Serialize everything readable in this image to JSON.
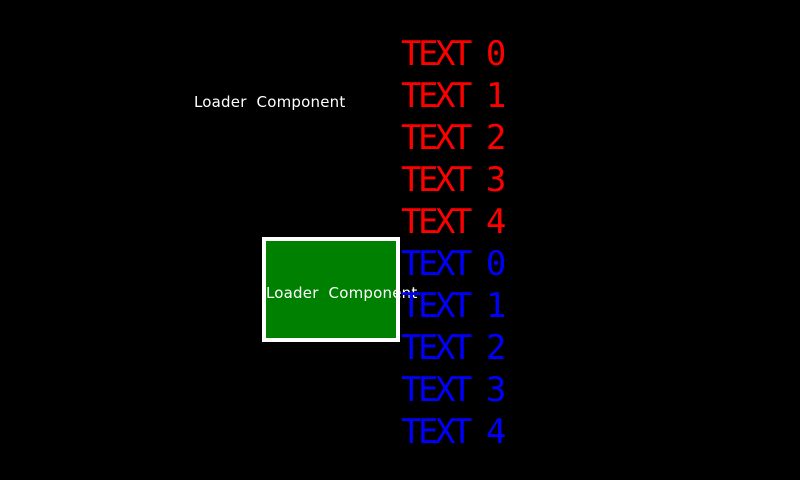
{
  "app": {
    "background": "#000000"
  },
  "floating_label": {
    "text": "Loader Component",
    "color": "#ffffff"
  },
  "loader_box": {
    "text": "Loader Component",
    "text_color": "#ffffff",
    "fill": "#008000",
    "border_color": "#ffffff"
  },
  "text_list": {
    "items": [
      {
        "label": "TEXT 0",
        "color": "#ff0000"
      },
      {
        "label": "TEXT 1",
        "color": "#ff0000"
      },
      {
        "label": "TEXT 2",
        "color": "#ff0000"
      },
      {
        "label": "TEXT 3",
        "color": "#ff0000"
      },
      {
        "label": "TEXT 4",
        "color": "#ff0000"
      },
      {
        "label": "TEXT 0",
        "color": "#0000ff"
      },
      {
        "label": "TEXT 1",
        "color": "#0000ff"
      },
      {
        "label": "TEXT 2",
        "color": "#0000ff"
      },
      {
        "label": "TEXT 3",
        "color": "#0000ff"
      },
      {
        "label": "TEXT 4",
        "color": "#0000ff"
      }
    ]
  }
}
